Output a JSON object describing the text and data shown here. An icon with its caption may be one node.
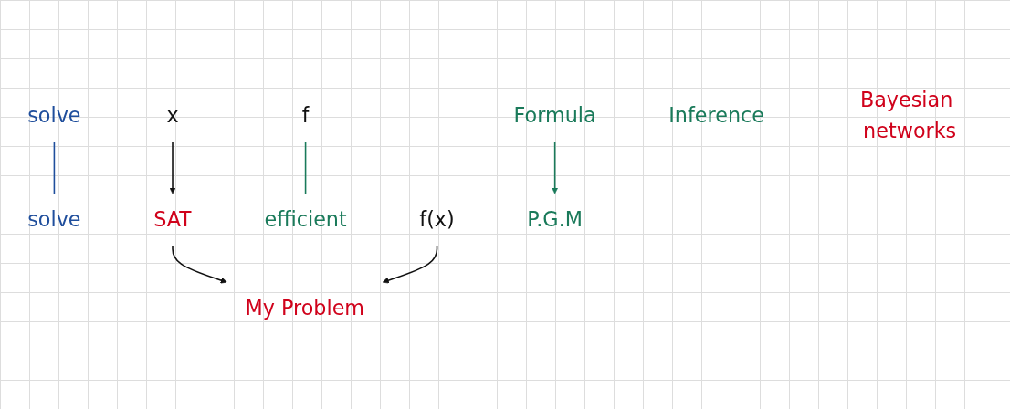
{
  "diagram": {
    "nodes": [
      {
        "text": [
          "solve"
        ]
      },
      {
        "text": [
          "x"
        ]
      },
      {
        "text": [
          "SAT"
        ]
      },
      {
        "text": [
          "f"
        ]
      },
      {
        "text": [
          "efficient"
        ]
      },
      {
        "text": [
          "f(x)"
        ]
      },
      {
        "text": [
          "My Problem"
        ]
      },
      {
        "text": [
          "solve"
        ]
      },
      {
        "text": [
          "Formula"
        ]
      },
      {
        "text": [
          "Inference"
        ]
      },
      {
        "text": [
          "P.G.M"
        ]
      },
      {
        "text": [
          "Bayesian networks"
        ]
      }
    ],
    "edges": [
      {
        "from": 1,
        "to": 2,
        "arrow": "to"
      },
      {
        "from": 2,
        "to": 6,
        "arrow": "to"
      },
      {
        "from": 3,
        "to": 4,
        "arrow": "none",
        "color": "#1a7a5a"
      },
      {
        "from": 5,
        "to": 6,
        "arrow": "to"
      },
      {
        "from": 7,
        "to": 0,
        "arrow": "none",
        "color": "#1f4e9c"
      },
      {
        "from": 8,
        "to": 10,
        "arrow": "to",
        "color": "#1a7a5a"
      }
    ]
  }
}
